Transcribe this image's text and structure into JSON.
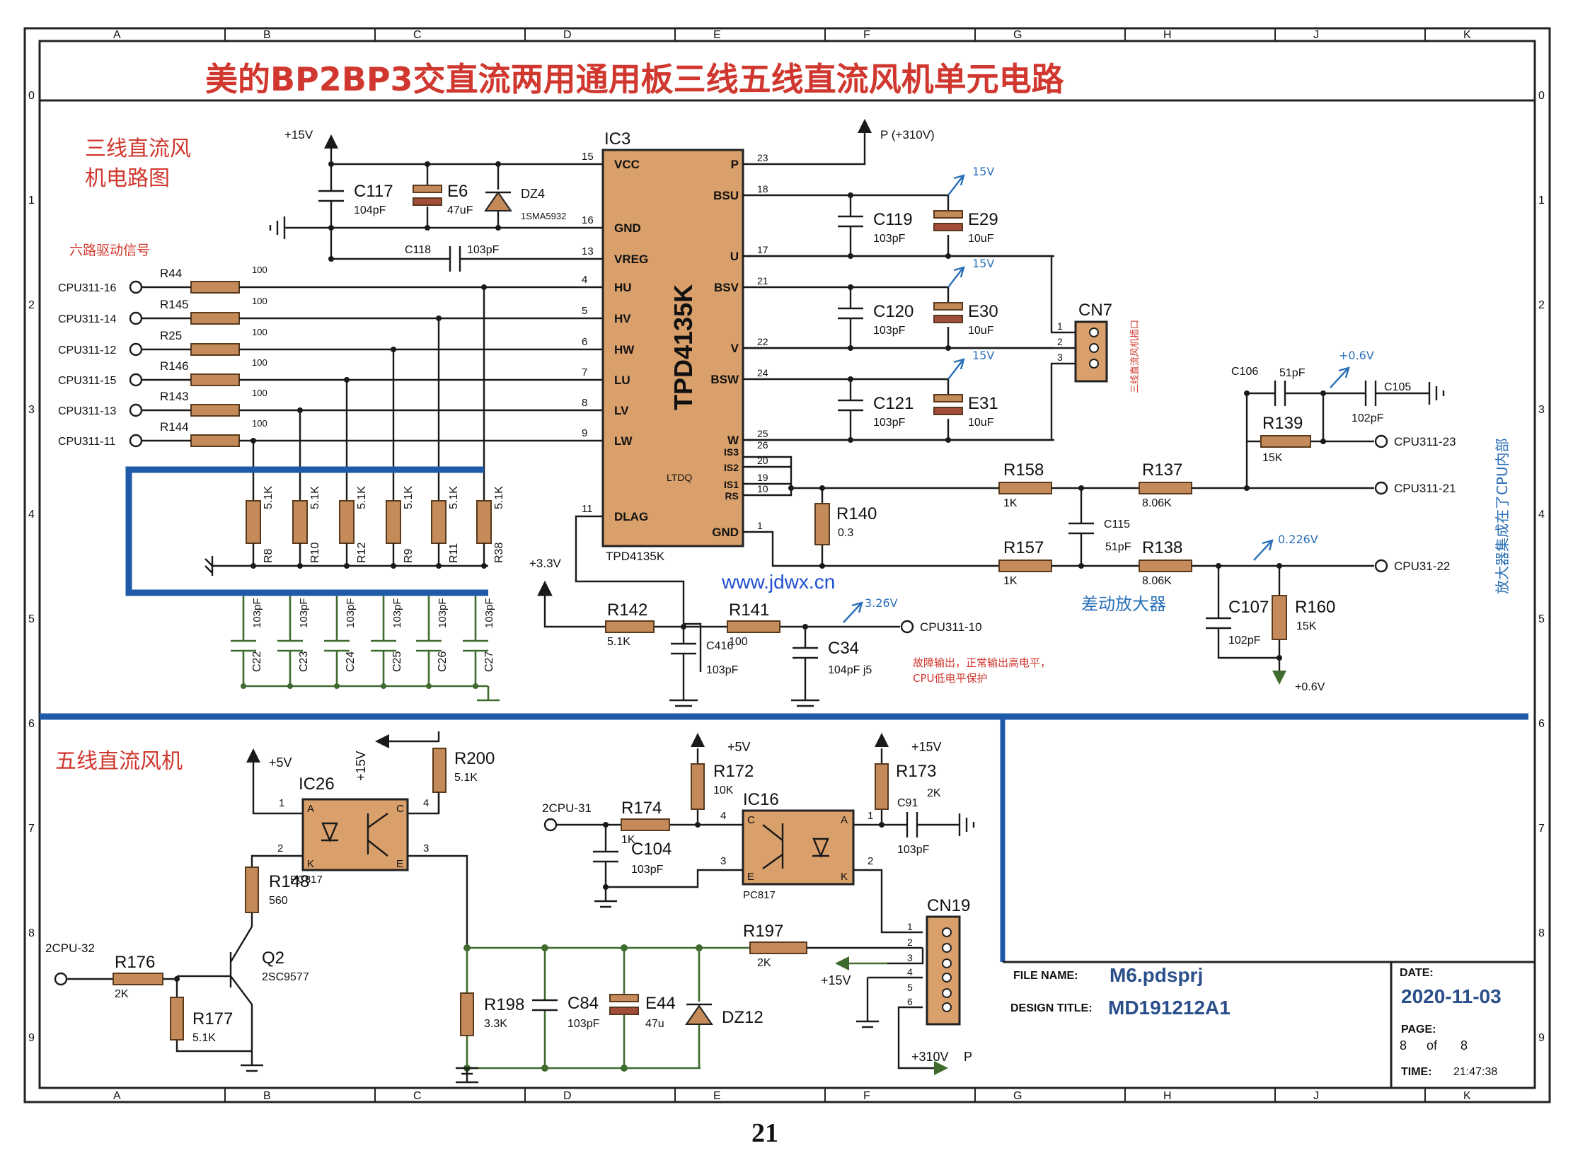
{
  "title": "美的BP2BP3交直流两用通用板三线五线直流风机单元电路",
  "page_number": "21",
  "grid": {
    "columns": [
      "A",
      "B",
      "C",
      "D",
      "E",
      "F",
      "G",
      "H",
      "J",
      "K"
    ],
    "rows": [
      "0",
      "1",
      "2",
      "3",
      "4",
      "5",
      "6",
      "7",
      "8",
      "9"
    ]
  },
  "section_three_wire": {
    "heading": [
      "三线直流风",
      "机电路图"
    ],
    "drive_label": "六路驱动信号",
    "inputs": [
      {
        "net": "CPU311-16",
        "ref": "R44",
        "val": "100"
      },
      {
        "net": "CPU311-14",
        "ref": "R145",
        "val": "100"
      },
      {
        "net": "CPU311-12",
        "ref": "R25",
        "val": "100"
      },
      {
        "net": "CPU311-15",
        "ref": "R146",
        "val": "100"
      },
      {
        "net": "CPU311-13",
        "ref": "R143",
        "val": "100"
      },
      {
        "net": "CPU311-11",
        "ref": "R144",
        "val": "100"
      }
    ],
    "pulldowns": [
      {
        "ref": "R8",
        "val": "5.1K"
      },
      {
        "ref": "R10",
        "val": "5.1K"
      },
      {
        "ref": "R12",
        "val": "5.1K"
      },
      {
        "ref": "R9",
        "val": "5.1K"
      },
      {
        "ref": "R11",
        "val": "5.1K"
      },
      {
        "ref": "R38",
        "val": "5.1K"
      }
    ],
    "caps_bottom": [
      {
        "ref": "C22",
        "val": "103pF"
      },
      {
        "ref": "C23",
        "val": "103pF"
      },
      {
        "ref": "C24",
        "val": "103pF"
      },
      {
        "ref": "C25",
        "val": "103pF"
      },
      {
        "ref": "C26",
        "val": "103pF"
      },
      {
        "ref": "C27",
        "val": "103pF"
      }
    ],
    "ic3": {
      "ref": "IC3",
      "part": "TPD4135K",
      "part_bottom": "TPD4135K",
      "ltdq": "LTDQ",
      "left_pins": [
        {
          "num": "15",
          "name": "VCC"
        },
        {
          "num": "16",
          "name": "GND"
        },
        {
          "num": "13",
          "name": "VREG"
        },
        {
          "num": "4",
          "name": "HU"
        },
        {
          "num": "5",
          "name": "HV"
        },
        {
          "num": "6",
          "name": "HW"
        },
        {
          "num": "7",
          "name": "LU"
        },
        {
          "num": "8",
          "name": "LV"
        },
        {
          "num": "9",
          "name": "LW"
        },
        {
          "num": "11",
          "name": "DLAG"
        }
      ],
      "right_pins": [
        {
          "num": "23",
          "name": "P"
        },
        {
          "num": "18",
          "name": "BSU"
        },
        {
          "num": "17",
          "name": "U"
        },
        {
          "num": "21",
          "name": "BSV"
        },
        {
          "num": "22",
          "name": "V"
        },
        {
          "num": "24",
          "name": "BSW"
        },
        {
          "num": "25",
          "name": "W"
        },
        {
          "num": "26",
          "name": "IS3"
        },
        {
          "num": "20",
          "name": "IS2"
        },
        {
          "num": "19",
          "name": "IS1"
        },
        {
          "num": "10",
          "name": "RS"
        },
        {
          "num": "1",
          "name": "GND"
        }
      ]
    },
    "supply_15v": "+15V",
    "supply_p": "P (+310V)",
    "supply_33v": "+3.3V",
    "c117": {
      "ref": "C117",
      "val": "104pF"
    },
    "e6": {
      "ref": "E6",
      "val": "47uF"
    },
    "dz4": {
      "ref": "DZ4",
      "val": "1SMA5932"
    },
    "c118": {
      "ref": "C118",
      "val": "103pF"
    },
    "bootstrap": [
      {
        "cref": "C119",
        "cval": "103pF",
        "eref": "E29",
        "eval": "10uF",
        "v": "15V"
      },
      {
        "cref": "C120",
        "cval": "103pF",
        "eref": "E30",
        "eval": "10uF",
        "v": "15V"
      },
      {
        "cref": "C121",
        "cval": "103pF",
        "eref": "E31",
        "eval": "10uF",
        "v": "15V"
      }
    ],
    "cn7": {
      "ref": "CN7",
      "pins": [
        "1",
        "2",
        "3"
      ],
      "note": "三线直流风机插口"
    },
    "r140": {
      "ref": "R140",
      "val": "0.3"
    },
    "r158": {
      "ref": "R158",
      "val": "1K"
    },
    "r137": {
      "ref": "R137",
      "val": "8.06K"
    },
    "r157": {
      "ref": "R157",
      "val": "1K"
    },
    "r138": {
      "ref": "R138",
      "val": "8.06K"
    },
    "c115": {
      "ref": "C115",
      "val": "51pF"
    },
    "c106": {
      "ref": "C106",
      "val": "51pF"
    },
    "c105": {
      "ref": "C105",
      "val": "102pF"
    },
    "r139": {
      "ref": "R139",
      "val": "15K"
    },
    "c107": {
      "ref": "C107",
      "val": "102pF"
    },
    "r160": {
      "ref": "R160",
      "val": "15K"
    },
    "v_06_top": "+0.6V",
    "v_0226": "0.226V",
    "v_06_bottom": "+0.6V",
    "out_23": "CPU311-23",
    "out_21": "CPU311-21",
    "out_22": "CPU31-22",
    "amp_label": "差动放大器",
    "amp_note": "放大器集成在了CPU内部",
    "r142": {
      "ref": "R142",
      "val": "5.1K"
    },
    "r141": {
      "ref": "R141",
      "val": "100"
    },
    "c416": {
      "ref": "C416",
      "val": "103pF"
    },
    "c34": {
      "ref": "C34",
      "val": "104pF j5"
    },
    "v_326": "3.26V",
    "out_10": "CPU311-10",
    "fault_note": [
      "故障输出，正常输出高电平，",
      "CPU低电平保护"
    ],
    "watermark": "www.jdwx.cn"
  },
  "section_five_wire": {
    "heading": "五线直流风机",
    "ic26": {
      "ref": "IC26",
      "part": "PC817",
      "pins": [
        "1",
        "2",
        "3",
        "4"
      ],
      "a": "A",
      "k": "K",
      "c": "C",
      "e": "E"
    },
    "v5_left": "+5V",
    "v15_left": "+15V",
    "r200": {
      "ref": "R200",
      "val": "5.1K"
    },
    "r148": {
      "ref": "R148",
      "val": "560"
    },
    "q2": {
      "ref": "Q2",
      "val": "2SC9577"
    },
    "r176": {
      "ref": "R176",
      "val": "2K"
    },
    "r177": {
      "ref": "R177",
      "val": "5.1K"
    },
    "in_32": "2CPU-32",
    "in_31": "2CPU-31",
    "r174": {
      "ref": "R174",
      "val": "1K"
    },
    "c104": {
      "ref": "C104",
      "val": "103pF"
    },
    "r172": {
      "ref": "R172",
      "val": "10K"
    },
    "v5_mid": "+5V",
    "ic16": {
      "ref": "IC16",
      "part": "PC817",
      "pins": [
        "1",
        "2",
        "3",
        "4"
      ],
      "a": "A",
      "k": "K",
      "c": "C",
      "e": "E"
    },
    "r173": {
      "ref": "R173",
      "val": "2K"
    },
    "v15_right": "+15V",
    "c91": {
      "ref": "C91",
      "val": "103pF"
    },
    "cn19": {
      "ref": "CN19",
      "pins": [
        "1",
        "2",
        "3",
        "4",
        "5",
        "6"
      ]
    },
    "r197": {
      "ref": "R197",
      "val": "2K"
    },
    "v15_cn": "+15V",
    "r198": {
      "ref": "R198",
      "val": "3.3K"
    },
    "c84": {
      "ref": "C84",
      "val": "103pF"
    },
    "e44": {
      "ref": "E44",
      "val": "47u"
    },
    "dz12": {
      "ref": "DZ12"
    },
    "v310": "+310V",
    "p": "P"
  },
  "title_block": {
    "file_name_label": "FILE NAME:",
    "file_name": "M6.pdsprj",
    "design_title_label": "DESIGN TITLE:",
    "design_title": "MD191212A1",
    "date_label": "DATE:",
    "date": "2020-11-03",
    "page_label": "PAGE:",
    "page_cur": "8",
    "page_of": "of",
    "page_total": "8",
    "time_label": "TIME:",
    "time": "21:47:38"
  },
  "colors": {
    "accent_red": "#d0372e",
    "accent_blue": "#2a6fb8",
    "bus_blue": "#1e5aa8",
    "part_fill": "#d9a06b"
  }
}
